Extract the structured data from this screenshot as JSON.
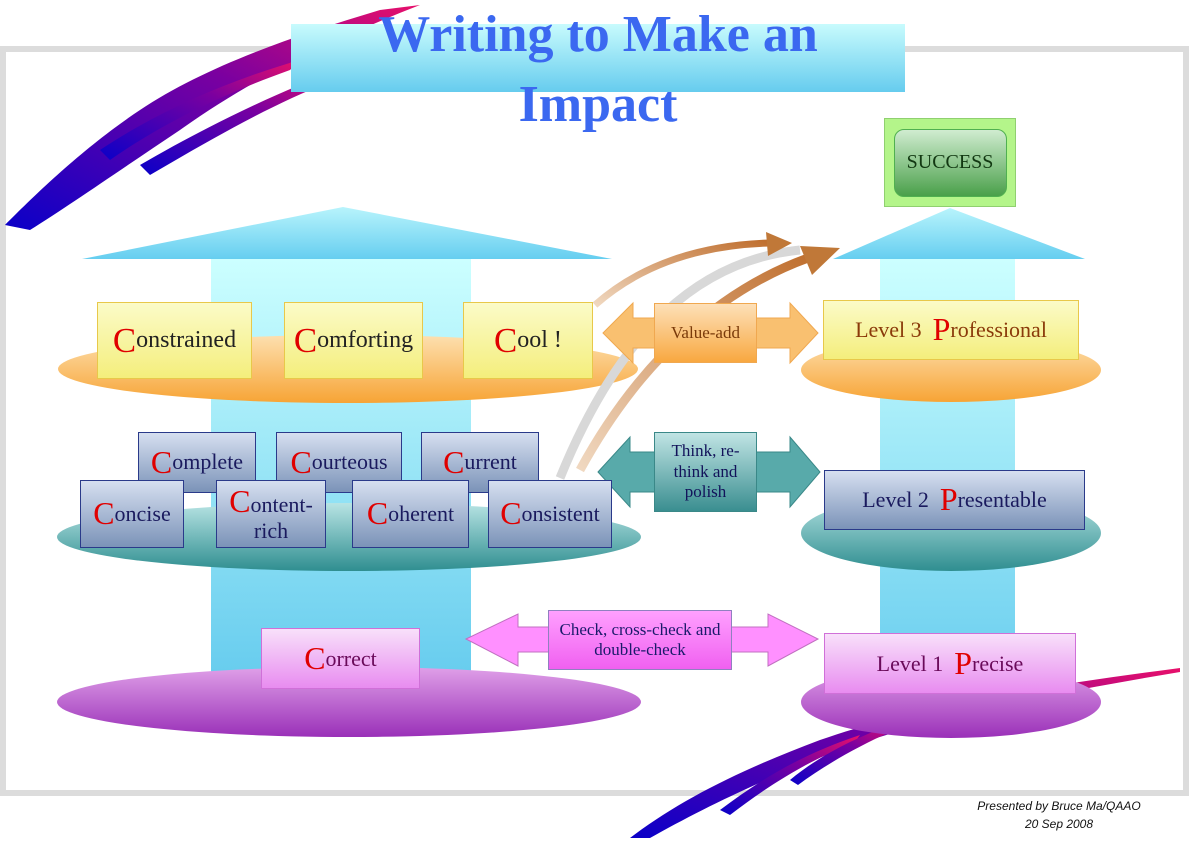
{
  "title": {
    "line1": "Writing to Make an",
    "line2": "Impact"
  },
  "success": "SUCCESS",
  "level3": {
    "prefix": "Level 3",
    "cap": "P",
    "rest": "rofessional"
  },
  "level2": {
    "prefix": "Level 2",
    "cap": "P",
    "rest": "resentable"
  },
  "level1": {
    "prefix": "Level 1",
    "cap": "P",
    "rest": "recise"
  },
  "top_row": [
    {
      "cap": "C",
      "rest": "onstrained"
    },
    {
      "cap": "C",
      "rest": "omforting"
    },
    {
      "cap": "C",
      "rest": "ool !"
    }
  ],
  "middle_row_back": [
    {
      "cap": "C",
      "rest": "omplete"
    },
    {
      "cap": "C",
      "rest": "ourteous"
    },
    {
      "cap": "C",
      "rest": "urrent"
    }
  ],
  "middle_row_front": [
    {
      "cap": "C",
      "rest": "oncise"
    },
    {
      "cap": "C",
      "rest": "ontent-rich"
    },
    {
      "cap": "C",
      "rest": "oherent"
    },
    {
      "cap": "C",
      "rest": "onsistent"
    }
  ],
  "bottom_row": [
    {
      "cap": "C",
      "rest": "orrect"
    }
  ],
  "arrows": {
    "value_add": "Value-add",
    "think": "Think, re-think and polish",
    "check": "Check, cross-check and double-check"
  },
  "footer": {
    "presenter": "Presented by Bruce Ma/QAAO",
    "date": "20 Sep 2008"
  },
  "colors": {
    "title": "#3b68f0",
    "cap_letter": "#e00000",
    "pillar": "#66ccee",
    "orange": "#f8a840",
    "teal": "#2f9a9a",
    "purple": "#a040c0"
  }
}
